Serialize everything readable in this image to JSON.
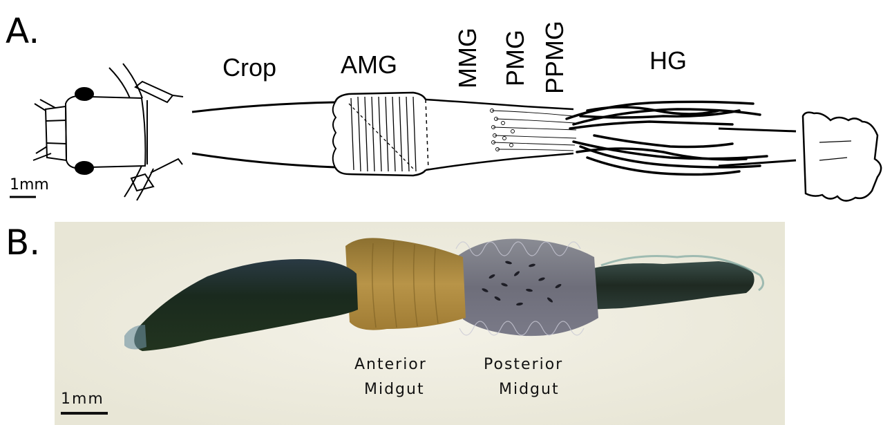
{
  "panel_a": {
    "label": "A.",
    "regions": {
      "crop": "Crop",
      "amg": "AMG",
      "mmg": "MMG",
      "pmg": "PMG",
      "ppmg": "PPMG",
      "hg": "HG"
    },
    "scale_bar": "1mm"
  },
  "panel_b": {
    "label": "B.",
    "anterior_line1": "Anterior",
    "anterior_line2": "Midgut",
    "posterior_line1": "Posterior",
    "posterior_line2": "Midgut",
    "scale_bar": "1mm"
  },
  "colors": {
    "photo_background": "#efeee2",
    "crop_dark": "#1c2a20",
    "anterior_midgut": "#b08a3c",
    "posterior_midgut": "#5f6270",
    "hindgut_dark": "#2a352c"
  }
}
